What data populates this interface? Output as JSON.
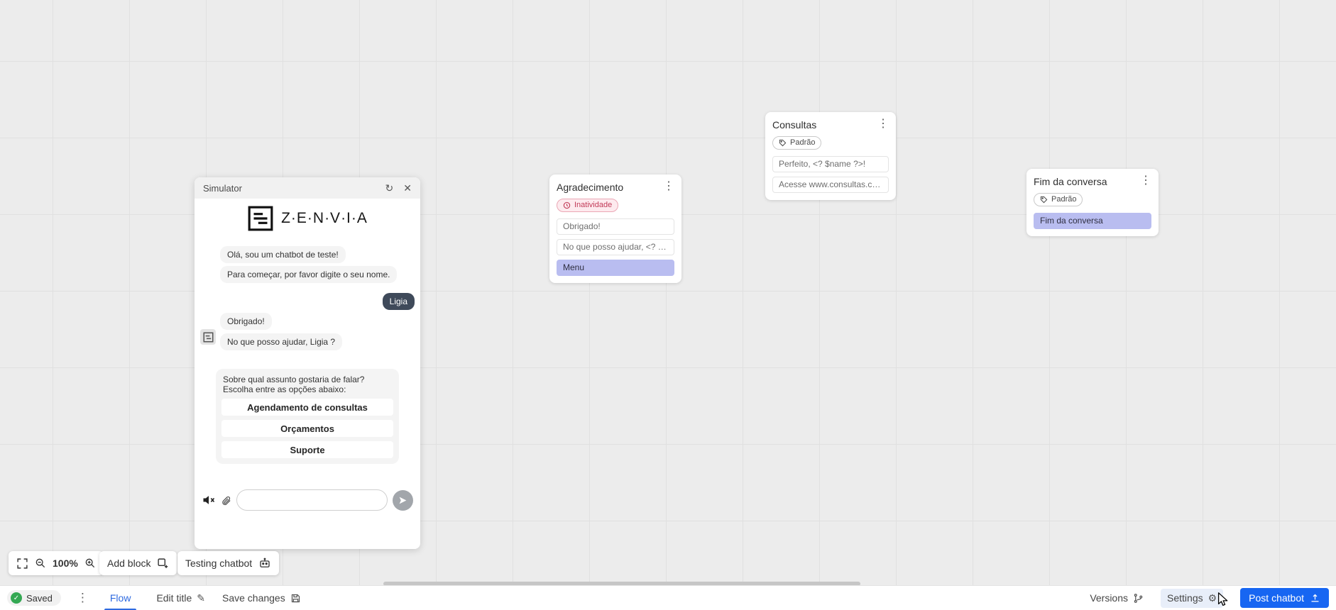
{
  "simulator": {
    "title": "Simulator",
    "brand": "Z·E·N·V·I·A",
    "messages": {
      "bot1": "Olá, sou um chatbot de teste!",
      "bot2": "Para começar, por favor digite o seu nome.",
      "user1": "Ligia",
      "bot3": "Obrigado!",
      "bot4": "No que posso ajudar, Ligia ?",
      "bot5": "Sobre qual assunto gostaria de falar? Escolha entre as opções abaixo:"
    },
    "options": [
      "Agendamento de consultas",
      "Orçamentos",
      "Suporte"
    ],
    "input_value": ""
  },
  "nodes": {
    "agradecimento": {
      "title": "Agradecimento",
      "badge": "Inatividade",
      "cells": [
        "Obrigado!",
        "No que posso ajudar, <? $name ...",
        "Menu"
      ]
    },
    "consultas": {
      "title": "Consultas",
      "badge": "Padrão",
      "cells": [
        "Perfeito, <? $name ?>!",
        "Acesse www.consultas.com par..."
      ]
    },
    "fim": {
      "title": "Fim da conversa",
      "badge": "Padrão",
      "cells": [
        "Fim da conversa"
      ]
    }
  },
  "toolbar": {
    "zoom": "100%",
    "add_block": "Add block",
    "testing_chatbot": "Testing chatbot"
  },
  "footer": {
    "saved": "Saved",
    "flow": "Flow",
    "edit_title": "Edit title",
    "save_changes": "Save changes",
    "versions": "Versions",
    "settings": "Settings",
    "post_chatbot": "Post chatbot"
  },
  "icons": {
    "check": "✓",
    "kebab": "⋮",
    "refresh": "↻",
    "close": "✕",
    "pencil": "✎",
    "gear": "⚙"
  },
  "colors": {
    "accent_blue": "#1766f2",
    "flow_tab_blue": "#2e6ae0",
    "lavender_cell": "#b9bdf0",
    "badge_pink_text": "#c23a57",
    "saved_green": "#34a853",
    "connector": "#1c1c1c"
  }
}
